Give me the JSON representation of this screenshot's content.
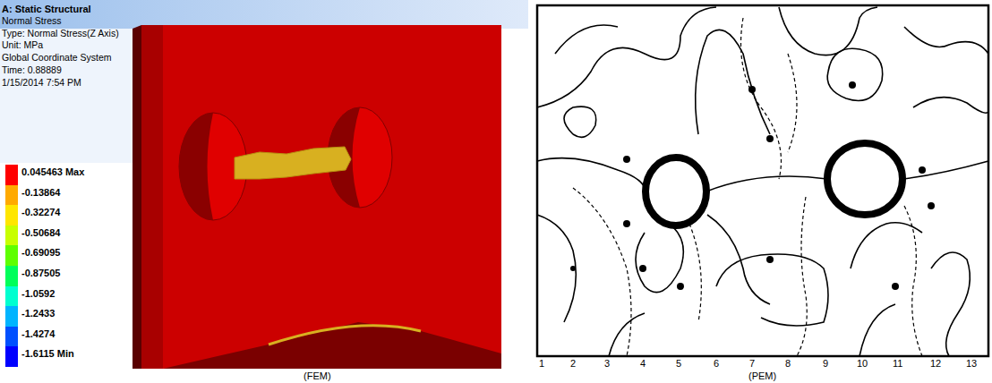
{
  "diagram": {
    "labels": [
      "A: Static Structural",
      "Normal Stress",
      "Type: Normal Stress(Z Axis)",
      "Unit: MPa",
      "Global Coordinate System",
      "Time: 0.88889",
      "1/15/2014 7:54 PM",
      "1",
      "2",
      "3",
      "4",
      "5",
      "6",
      "7",
      "8",
      "9",
      "10",
      "11",
      "12",
      "13",
      "(FEM)",
      "(PEM)"
    ],
    "legend": [
      {
        "text": "0.045463 Max",
        "color": "#ff0000"
      },
      {
        "text": "-0.13864",
        "color": "#ffaa00"
      },
      {
        "text": "-0.32274",
        "color": "#ffe600"
      },
      {
        "text": "-0.50684",
        "color": "#c8ff00"
      },
      {
        "text": "-0.69095",
        "color": "#5eff00"
      },
      {
        "text": "-0.87505",
        "color": "#00ff5a"
      },
      {
        "text": "-1.0592",
        "color": "#00ffd0"
      },
      {
        "text": "-1.2433",
        "color": "#00b4ff"
      },
      {
        "text": "-1.4274",
        "color": "#0050ff"
      },
      {
        "text": "-1.6115 Min",
        "color": "#0000ff"
      }
    ]
  }
}
